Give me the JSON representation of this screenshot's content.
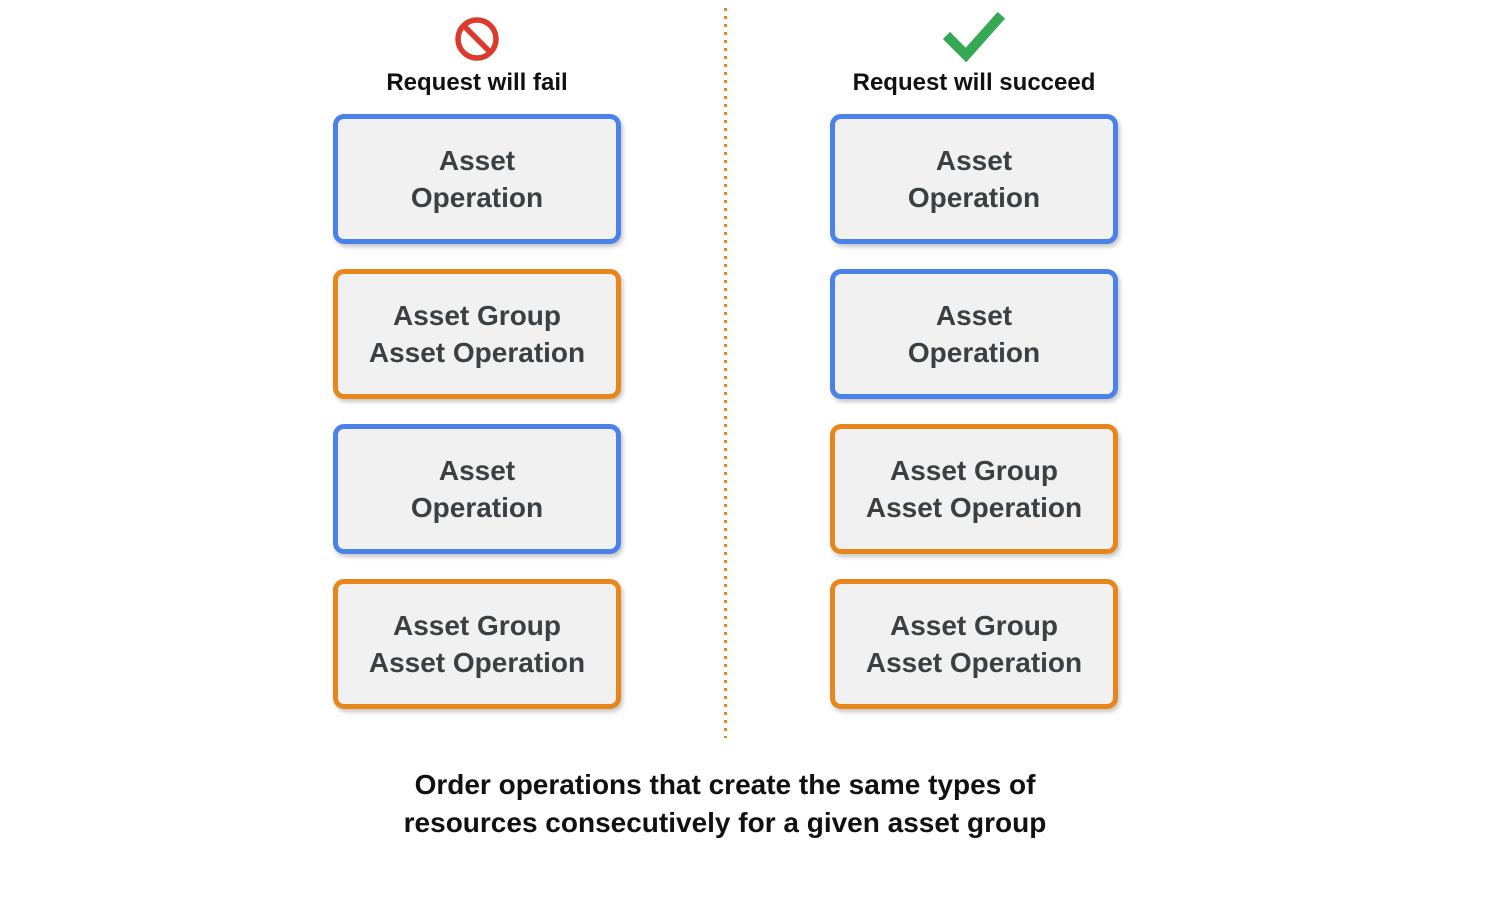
{
  "columns": [
    {
      "title": "Request will fail",
      "icon": "prohibited-icon",
      "boxes": [
        {
          "type": "asset-operation",
          "label": "Asset\nOperation"
        },
        {
          "type": "asset-group-asset-operation",
          "label": "Asset Group\nAsset Operation"
        },
        {
          "type": "asset-operation",
          "label": "Asset\nOperation"
        },
        {
          "type": "asset-group-asset-operation",
          "label": "Asset Group\nAsset Operation"
        }
      ]
    },
    {
      "title": "Request will succeed",
      "icon": "checkmark-icon",
      "boxes": [
        {
          "type": "asset-operation",
          "label": "Asset\nOperation"
        },
        {
          "type": "asset-operation",
          "label": "Asset\nOperation"
        },
        {
          "type": "asset-group-asset-operation",
          "label": "Asset Group\nAsset Operation"
        },
        {
          "type": "asset-group-asset-operation",
          "label": "Asset Group\nAsset Operation"
        }
      ]
    }
  ],
  "caption": "Order operations that create the same types of\nresources consecutively for a given asset group",
  "colors": {
    "asset_operation_border": "#4b82ea",
    "asset_group_asset_operation_border": "#e8861c",
    "box_fill": "#f1f1f2",
    "box_text": "#3c4043",
    "divider_dots": "#e8861c",
    "fail_icon_red": "#dc3a2b",
    "succeed_icon_green": "#34a853",
    "heading_text": "#111111"
  }
}
